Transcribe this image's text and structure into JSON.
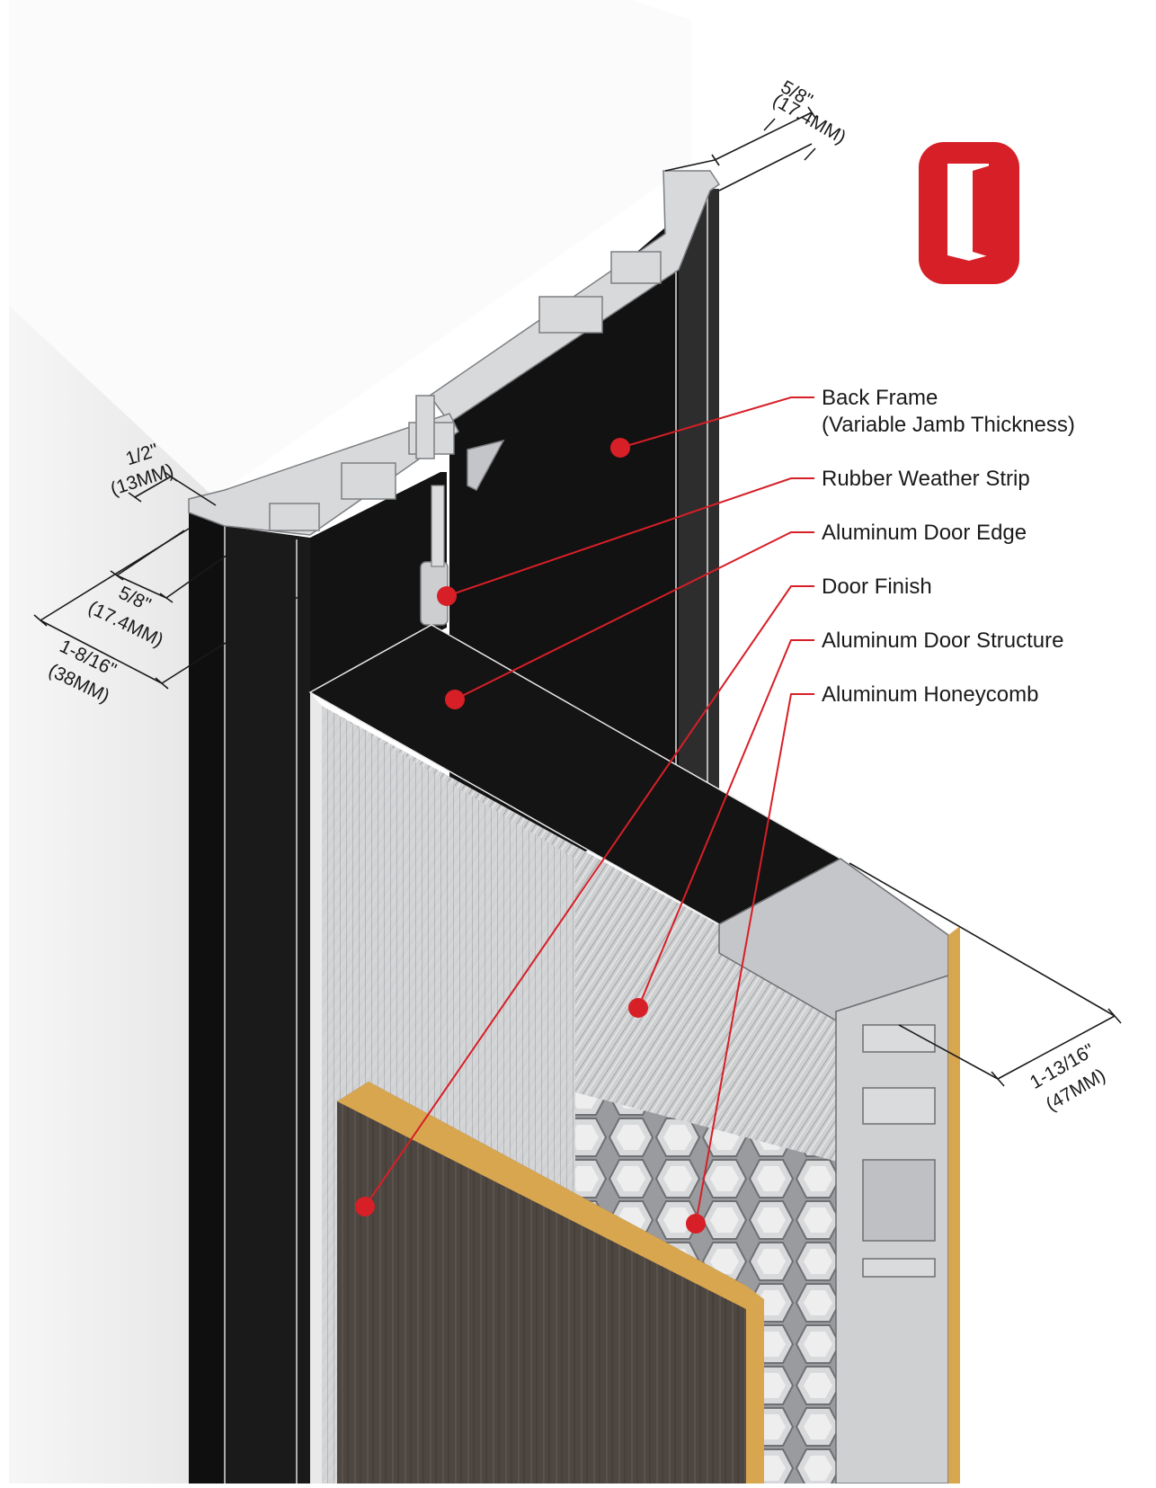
{
  "colors": {
    "accent_red": "#d71f27",
    "frame_black": "#151515",
    "wall_white": "#f2f2f2",
    "aluminum": "#c9cacc",
    "wood_finish": "#4a433e",
    "core_edge": "#d9a650"
  },
  "logo": {
    "icon": "door-icon",
    "color": "#d71f27"
  },
  "callouts": [
    {
      "id": "back-frame",
      "line1": "Back Frame",
      "line2": "(Variable Jamb Thickness)"
    },
    {
      "id": "rubber-weather-strip",
      "line1": "Rubber Weather Strip",
      "line2": ""
    },
    {
      "id": "aluminum-door-edge",
      "line1": "Aluminum Door Edge",
      "line2": ""
    },
    {
      "id": "door-finish",
      "line1": "Door Finish",
      "line2": ""
    },
    {
      "id": "aluminum-door-structure",
      "line1": "Aluminum Door Structure",
      "line2": ""
    },
    {
      "id": "aluminum-honeycomb",
      "line1": "Aluminum Honeycomb",
      "line2": ""
    }
  ],
  "dimensions": [
    {
      "id": "top-right-frame",
      "imperial": "5/8\"",
      "metric": "(17.4MM)"
    },
    {
      "id": "left-lip",
      "imperial": "1/2\"",
      "metric": "(13MM)"
    },
    {
      "id": "left-frame",
      "imperial": "5/8\"",
      "metric": "(17.4MM)"
    },
    {
      "id": "frame-total",
      "imperial": "1-8/16\"",
      "metric": "(38MM)"
    },
    {
      "id": "door-thickness",
      "imperial": "1-13/16\"",
      "metric": "(47MM)"
    }
  ]
}
